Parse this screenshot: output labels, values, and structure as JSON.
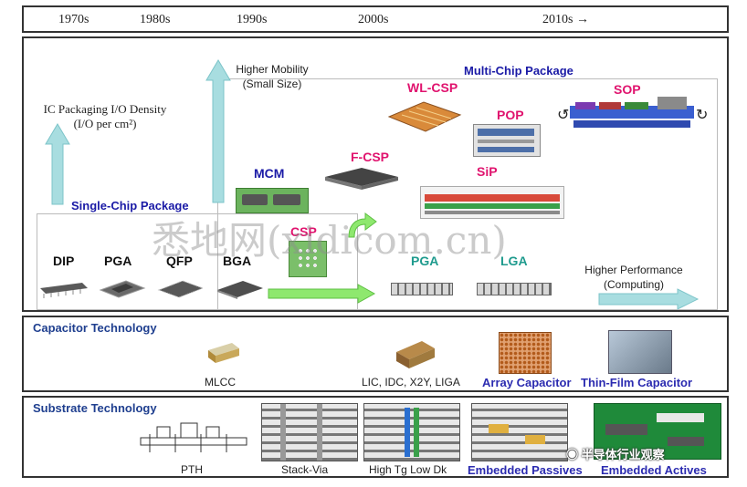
{
  "timeline": [
    "1970s",
    "1980s",
    "1990s",
    "2000s",
    "2010s →"
  ],
  "axes": {
    "density_label": "IC Packaging I/O Density",
    "density_unit": "(I/O per cm²)",
    "mobility_label": "Higher Mobility",
    "mobility_sub": "(Small Size)",
    "performance_label": "Higher Performance",
    "performance_sub": "(Computing)"
  },
  "groups": {
    "single_chip": "Single-Chip Package",
    "multi_chip": "Multi-Chip Package"
  },
  "packages": {
    "dip": "DIP",
    "pga": "PGA",
    "qfp": "QFP",
    "bga": "BGA",
    "csp": "CSP",
    "mcm": "MCM",
    "fcsp": "F-CSP",
    "wlcsp": "WL-CSP",
    "pop": "POP",
    "sop": "SOP",
    "sip": "SiP",
    "pga2": "PGA",
    "lga": "LGA"
  },
  "watermark": "悉地网(xidicom.cn)",
  "capacitor": {
    "title": "Capacitor Technology",
    "mlcc": "MLCC",
    "lic": "LIC, IDC, X2Y, LIGA",
    "array": "Array Capacitor",
    "thinfilm": "Thin-Film Capacitor"
  },
  "substrate": {
    "title": "Substrate Technology",
    "pth": "PTH",
    "stack": "Stack-Via",
    "hightg": "High Tg Low Dk",
    "passives": "Embedded Passives",
    "actives": "Embedded Actives",
    "wechat": "半导体行业观察"
  },
  "colors": {
    "blue": "#1a1aa6",
    "magenta": "#e0136e",
    "teal": "#1f9b8e",
    "arrow": "#a8dde0",
    "green_arrow": "#8ee86e"
  }
}
